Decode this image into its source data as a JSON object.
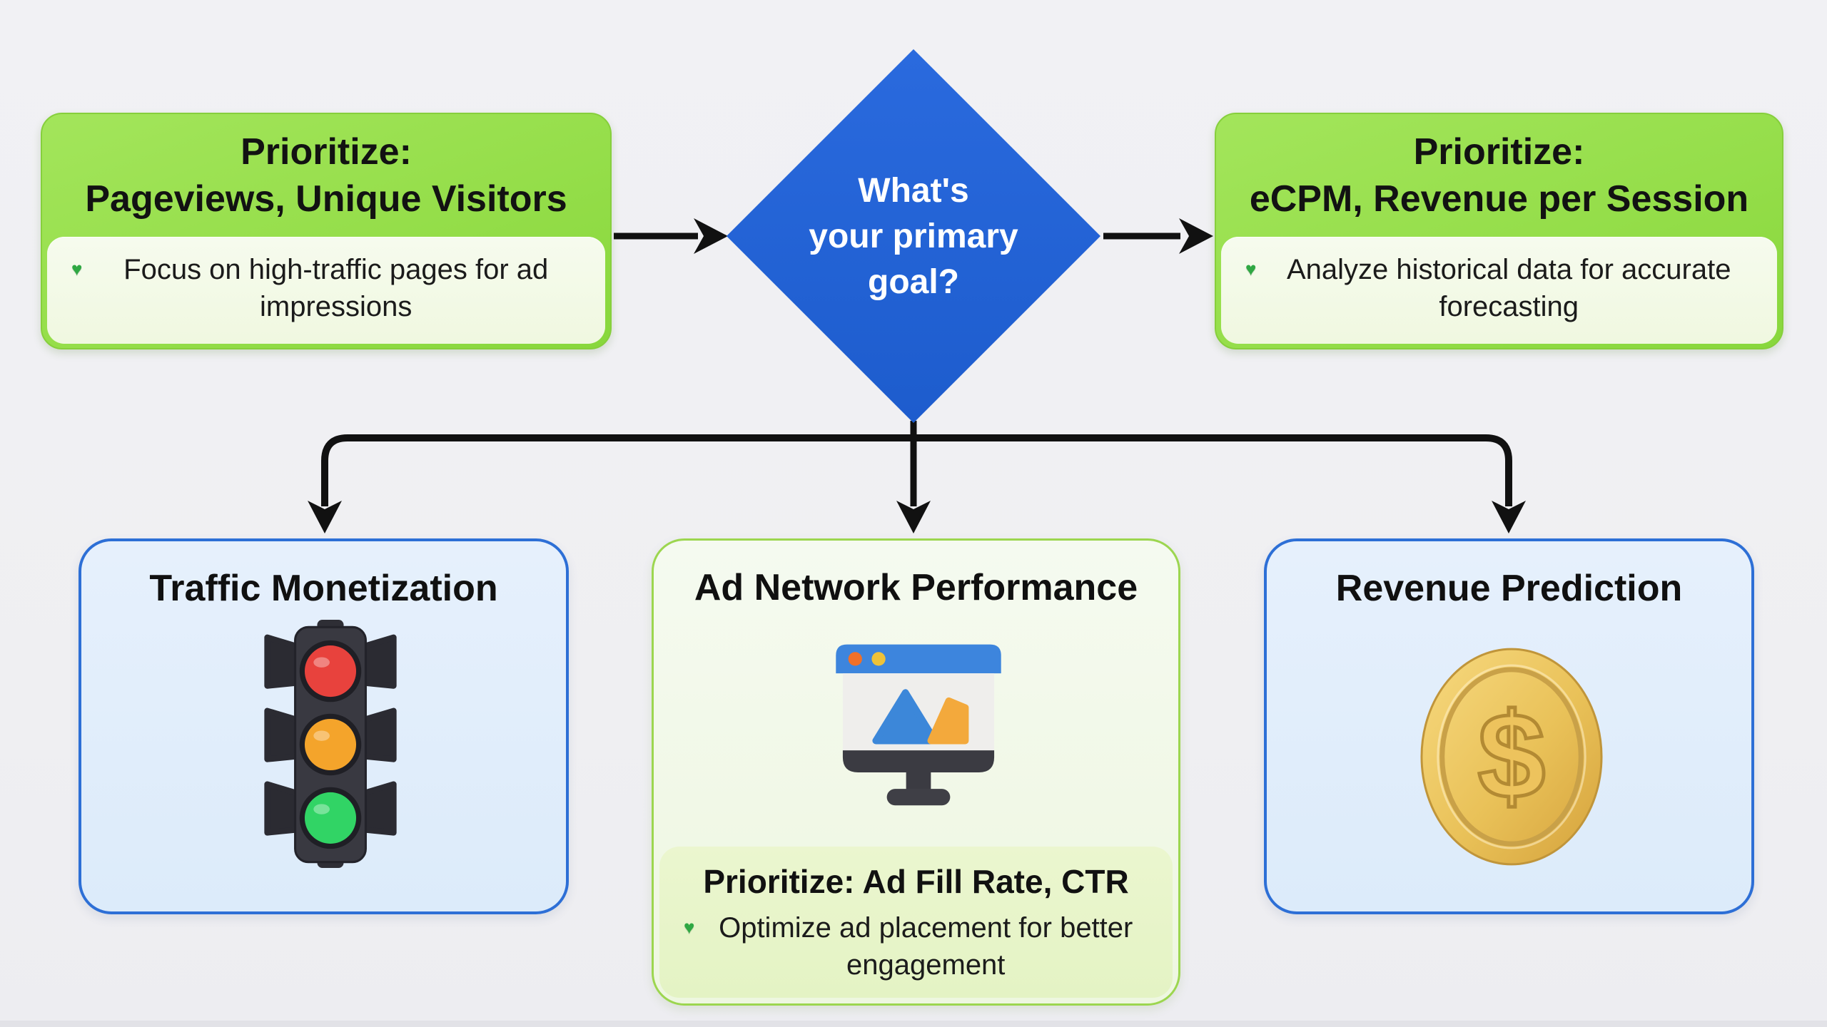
{
  "diagram": {
    "decision": {
      "lines": [
        "What's",
        "your primary",
        "goal?"
      ],
      "shape": "diamond",
      "fill_color": "#2263d4"
    },
    "bullet_glyph": "♥",
    "top_left_box": {
      "title_line1": "Prioritize:",
      "title_line2": "Pageviews, Unique Visitors",
      "bullet_text": "Focus on high-traffic pages for ad impressions",
      "header_color": "#95de4a",
      "panel_color": "#f3f9e6"
    },
    "top_right_box": {
      "title_line1": "Prioritize:",
      "title_line2": "eCPM, Revenue per Session",
      "bullet_text": "Analyze historical data for accurate forecasting",
      "header_color": "#95de4a",
      "panel_color": "#f3f9e6"
    },
    "bottom_left_box": {
      "title": "Traffic Monetization",
      "icon": "traffic-light-icon",
      "fill_color": "#dcebfa",
      "border_color": "#2d6fd6",
      "icon_colors": {
        "red": "#e8423d",
        "amber": "#f4a42b",
        "green": "#31d465",
        "body": "#393941"
      }
    },
    "bottom_middle_box": {
      "title": "Ad Network Performance",
      "icon": "ad-monitor-icon",
      "priority_text": "Prioritize: Ad Fill Rate, CTR",
      "bullet_text": "Optimize ad placement for better engagement",
      "fill_color": "#f3f9ec",
      "border_color": "#9cd64f",
      "icon_colors": {
        "bar": "#3d85dd",
        "dot1": "#f07028",
        "dot2": "#eec239",
        "triangle": "#3c87d9",
        "shape": "#f3a93c",
        "bezel": "#3b3b42"
      }
    },
    "bottom_right_box": {
      "title": "Revenue Prediction",
      "icon": "dollar-coin-icon",
      "fill_color": "#dcebfa",
      "border_color": "#2d6fd6",
      "icon_colors": {
        "gold_light": "#f7d97f",
        "gold_dark": "#d5a23c"
      },
      "coin_symbol": "$"
    },
    "connector_color": "#111111",
    "bullet_color": "#2fa843",
    "background_color": "#f0f0f3"
  }
}
